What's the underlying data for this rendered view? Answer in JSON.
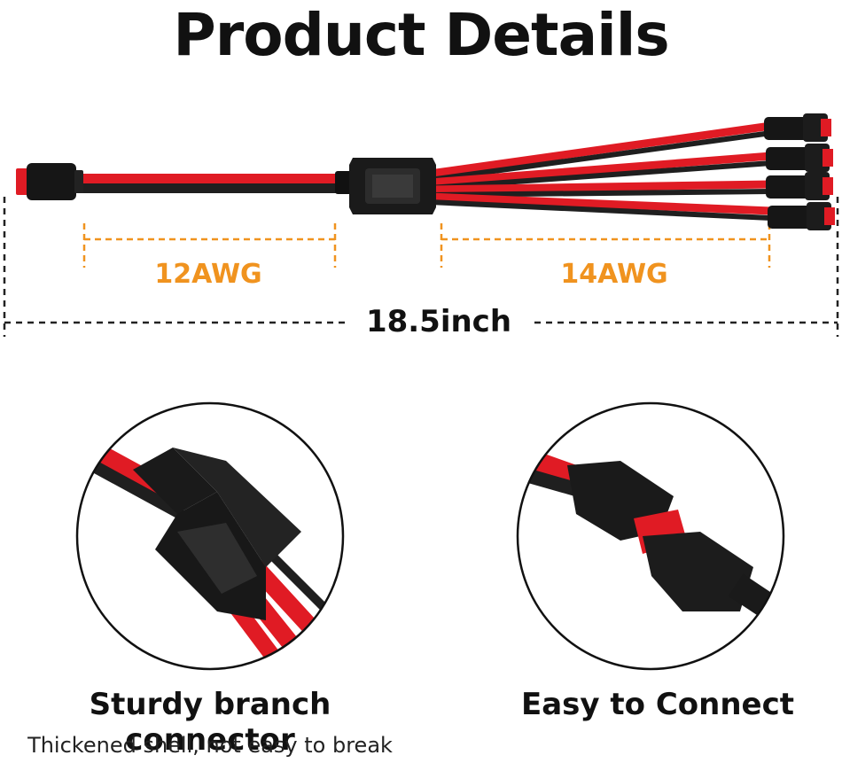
{
  "header": {
    "title": "Product Details"
  },
  "dimensions": {
    "left_section": "12AWG",
    "right_section": "14AWG",
    "total_length": "18.5inch"
  },
  "features": [
    {
      "title": "Sturdy branch connector",
      "subtitle": "Thickened shell, not easy to break"
    },
    {
      "title": "Easy to Connect",
      "subtitle": ""
    }
  ],
  "colors": {
    "accent": "#f0931f",
    "wire_red": "#e01b24",
    "wire_black": "#1a1a1a",
    "text": "#111111"
  }
}
